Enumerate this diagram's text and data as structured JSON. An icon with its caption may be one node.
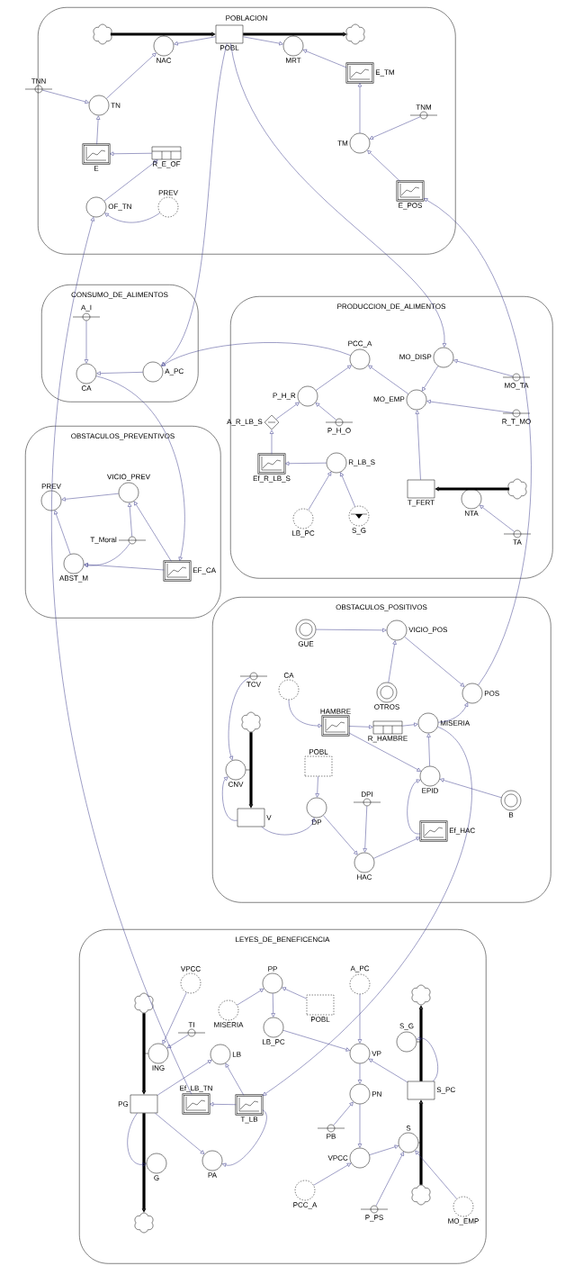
{
  "diagram": {
    "nodes": [
      {
        "text": [
          "POBLACION"
        ]
      },
      {
        "text": [],
        "shape": "cloud",
        "in": 0
      },
      {
        "text": [
          "NAC"
        ],
        "in": 0
      },
      {
        "text": [
          "POBL"
        ],
        "in": 0
      },
      {
        "text": [
          "MRT"
        ],
        "in": 0
      },
      {
        "text": [],
        "shape": "cloud",
        "in": 0
      },
      {
        "text": [
          "E_TM"
        ],
        "in": 0
      },
      {
        "text": [
          "TNN"
        ],
        "in": 0
      },
      {
        "text": [
          "TN"
        ],
        "in": 0
      },
      {
        "text": [
          "TNM"
        ],
        "in": 0
      },
      {
        "text": [
          "TM"
        ],
        "in": 0
      },
      {
        "text": [
          "E"
        ],
        "in": 0
      },
      {
        "text": [
          "R_E_OF"
        ],
        "in": 0
      },
      {
        "text": [
          "PREV"
        ],
        "in": 0
      },
      {
        "text": [
          "OF_TN"
        ],
        "in": 0
      },
      {
        "text": [
          "E_POS"
        ],
        "in": 0
      },
      {
        "text": [
          "CONSUMO_DE_ALIMENTOS"
        ]
      },
      {
        "text": [
          "A_I"
        ],
        "in": 16
      },
      {
        "text": [
          "CA"
        ],
        "in": 16
      },
      {
        "text": [
          "A_PC"
        ],
        "in": 16
      },
      {
        "text": [
          "PRODUCCION_DE_ALIMENTOS"
        ]
      },
      {
        "text": [
          "PCC_A"
        ],
        "in": 20
      },
      {
        "text": [
          "MO_DISP"
        ],
        "in": 20
      },
      {
        "text": [
          "MO_TA"
        ],
        "in": 20
      },
      {
        "text": [
          "MO_EMP"
        ],
        "in": 20
      },
      {
        "text": [
          "R_T_MO"
        ],
        "in": 20
      },
      {
        "text": [
          "P_H_R"
        ],
        "in": 20
      },
      {
        "text": [
          "P_H_O"
        ],
        "in": 20
      },
      {
        "text": [
          "A_R_LB_S"
        ],
        "in": 20
      },
      {
        "text": [
          "Ef_R_LB_S"
        ],
        "in": 20
      },
      {
        "text": [
          "R_LB_S"
        ],
        "in": 20
      },
      {
        "text": [
          "LB_PC"
        ],
        "in": 20
      },
      {
        "text": [
          "S_G"
        ],
        "in": 20
      },
      {
        "text": [
          "T_FERT"
        ],
        "in": 20
      },
      {
        "text": [
          "NTA"
        ],
        "in": 20
      },
      {
        "text": [],
        "shape": "cloud",
        "in": 20
      },
      {
        "text": [
          "TA"
        ],
        "in": 20
      },
      {
        "text": [
          "OBSTACULOS_PREVENTIVOS"
        ]
      },
      {
        "text": [
          "PREV"
        ],
        "in": 37
      },
      {
        "text": [
          "VICIO_PREV"
        ],
        "in": 37
      },
      {
        "text": [
          "T_Moral"
        ],
        "in": 37
      },
      {
        "text": [
          "ABST_M"
        ],
        "in": 37
      },
      {
        "text": [
          "EF_CA"
        ],
        "in": 37
      },
      {
        "text": [
          "OBSTACULOS_POSITIVOS"
        ]
      },
      {
        "text": [
          "GUE"
        ],
        "in": 43
      },
      {
        "text": [
          "VICIO_POS"
        ],
        "in": 43
      },
      {
        "text": [
          "TCV"
        ],
        "in": 43
      },
      {
        "text": [
          "CA"
        ],
        "in": 43
      },
      {
        "text": [
          "OTROS"
        ],
        "in": 43
      },
      {
        "text": [
          "POS"
        ],
        "in": 43
      },
      {
        "text": [],
        "shape": "cloud",
        "in": 43
      },
      {
        "text": [
          "HAMBRE"
        ],
        "in": 43
      },
      {
        "text": [
          "R_HAMBRE"
        ],
        "in": 43
      },
      {
        "text": [
          "MISERIA"
        ],
        "in": 43
      },
      {
        "text": [
          "CNV"
        ],
        "in": 43
      },
      {
        "text": [
          "POBL"
        ],
        "in": 43
      },
      {
        "text": [
          "EPID"
        ],
        "in": 43
      },
      {
        "text": [
          "DPI"
        ],
        "in": 43
      },
      {
        "text": [
          "B"
        ],
        "in": 43
      },
      {
        "text": [
          "V"
        ],
        "in": 43
      },
      {
        "text": [
          "DP"
        ],
        "in": 43
      },
      {
        "text": [
          "Ef_HAC"
        ],
        "in": 43
      },
      {
        "text": [
          "HAC"
        ],
        "in": 43
      },
      {
        "text": [
          "LEYES_DE_BENEFICENCIA"
        ]
      },
      {
        "text": [
          "VPCC"
        ],
        "in": 63
      },
      {
        "text": [
          "PP"
        ],
        "in": 63
      },
      {
        "text": [
          "A_PC"
        ],
        "in": 63
      },
      {
        "text": [],
        "shape": "cloud",
        "in": 63
      },
      {
        "text": [
          "MISERIA"
        ],
        "in": 63
      },
      {
        "text": [
          "POBL"
        ],
        "in": 63
      },
      {
        "text": [],
        "shape": "cloud",
        "in": 63
      },
      {
        "text": [
          "TI"
        ],
        "in": 63
      },
      {
        "text": [
          "LB_PC"
        ],
        "in": 63
      },
      {
        "text": [
          "S_G"
        ],
        "in": 63
      },
      {
        "text": [
          "ING"
        ],
        "in": 63
      },
      {
        "text": [
          "LB"
        ],
        "in": 63
      },
      {
        "text": [
          "VP"
        ],
        "in": 63
      },
      {
        "text": [
          "S_PC"
        ],
        "in": 63
      },
      {
        "text": [
          "PG"
        ],
        "in": 63
      },
      {
        "text": [
          "Ef_LB_TN"
        ],
        "in": 63
      },
      {
        "text": [
          "T_LB"
        ],
        "in": 63
      },
      {
        "text": [
          "PN"
        ],
        "in": 63
      },
      {
        "text": [
          "PB"
        ],
        "in": 63
      },
      {
        "text": [
          "S"
        ],
        "in": 63
      },
      {
        "text": [
          "G"
        ],
        "in": 63
      },
      {
        "text": [
          "PA"
        ],
        "in": 63
      },
      {
        "text": [
          "VPCC"
        ],
        "in": 63
      },
      {
        "text": [],
        "shape": "cloud",
        "in": 63
      },
      {
        "text": [
          "PCC_A"
        ],
        "in": 63
      },
      {
        "text": [],
        "shape": "cloud",
        "in": 63
      },
      {
        "text": [
          "P_PS"
        ],
        "in": 63
      },
      {
        "text": [
          "MO_EMP"
        ],
        "in": 63
      }
    ],
    "edges": [
      {
        "from": 1,
        "to": 3,
        "arrow": "to",
        "style": "thick",
        "color": "#000000"
      },
      {
        "from": 3,
        "to": 5,
        "arrow": "to",
        "style": "thick",
        "color": "#000000"
      },
      {
        "from": 7,
        "to": 8,
        "arrow": "to"
      },
      {
        "from": 8,
        "to": 2,
        "arrow": "to"
      },
      {
        "from": 3,
        "to": 2,
        "arrow": "to"
      },
      {
        "from": 3,
        "to": 4,
        "arrow": "to"
      },
      {
        "from": 6,
        "to": 4,
        "arrow": "to"
      },
      {
        "from": 10,
        "to": 6,
        "arrow": "to"
      },
      {
        "from": 9,
        "to": 10,
        "arrow": "to"
      },
      {
        "from": 15,
        "to": 10,
        "arrow": "to"
      },
      {
        "from": 11,
        "to": 8,
        "arrow": "to"
      },
      {
        "from": 12,
        "to": 11,
        "arrow": "to"
      },
      {
        "from": 14,
        "to": 12,
        "arrow": "to"
      },
      {
        "from": 13,
        "to": 14,
        "arrow": "to"
      },
      {
        "from": 49,
        "to": 15,
        "arrow": "to"
      },
      {
        "from": 3,
        "to": 19,
        "arrow": "to"
      },
      {
        "from": 3,
        "to": 22,
        "arrow": "to"
      },
      {
        "from": 79,
        "to": 14,
        "arrow": "to"
      },
      {
        "from": 17,
        "to": 18,
        "arrow": "to"
      },
      {
        "from": 19,
        "to": 18,
        "arrow": "to"
      },
      {
        "from": 21,
        "to": 19,
        "arrow": "to"
      },
      {
        "from": 18,
        "to": 42,
        "arrow": "to"
      },
      {
        "from": 26,
        "to": 21,
        "arrow": "to"
      },
      {
        "from": 24,
        "to": 21,
        "arrow": "to"
      },
      {
        "from": 22,
        "to": 24,
        "arrow": "to"
      },
      {
        "from": 23,
        "to": 22,
        "arrow": "to"
      },
      {
        "from": 25,
        "to": 24,
        "arrow": "to"
      },
      {
        "from": 33,
        "to": 24,
        "arrow": "to"
      },
      {
        "from": 35,
        "to": 33,
        "arrow": "to",
        "style": "thick",
        "color": "#000000"
      },
      {
        "from": 36,
        "to": 34,
        "arrow": "to"
      },
      {
        "from": 28,
        "to": 26,
        "arrow": "to"
      },
      {
        "from": 27,
        "to": 26,
        "arrow": "to"
      },
      {
        "from": 29,
        "to": 28,
        "arrow": "to"
      },
      {
        "from": 30,
        "to": 29,
        "arrow": "to"
      },
      {
        "from": 31,
        "to": 30,
        "arrow": "to"
      },
      {
        "from": 32,
        "to": 30,
        "arrow": "to"
      },
      {
        "from": 39,
        "to": 38,
        "arrow": "to"
      },
      {
        "from": 41,
        "to": 38,
        "arrow": "to"
      },
      {
        "from": 40,
        "to": 39,
        "arrow": "to"
      },
      {
        "from": 40,
        "to": 41,
        "arrow": "to"
      },
      {
        "from": 42,
        "to": 39,
        "arrow": "to"
      },
      {
        "from": 42,
        "to": 41,
        "arrow": "to"
      },
      {
        "from": 44,
        "to": 45,
        "arrow": "to"
      },
      {
        "from": 48,
        "to": 45,
        "arrow": "to"
      },
      {
        "from": 45,
        "to": 49,
        "arrow": "to"
      },
      {
        "from": 53,
        "to": 49,
        "arrow": "to"
      },
      {
        "from": 47,
        "to": 51,
        "arrow": "to"
      },
      {
        "from": 51,
        "to": 52,
        "arrow": "to"
      },
      {
        "from": 52,
        "to": 53,
        "arrow": "to"
      },
      {
        "from": 51,
        "to": 56,
        "arrow": "to"
      },
      {
        "from": 56,
        "to": 53,
        "arrow": "to"
      },
      {
        "from": 58,
        "to": 56,
        "arrow": "to"
      },
      {
        "from": 61,
        "to": 56,
        "arrow": "to"
      },
      {
        "from": 62,
        "to": 61,
        "arrow": "to"
      },
      {
        "from": 57,
        "to": 62,
        "arrow": "to"
      },
      {
        "from": 60,
        "to": 62,
        "arrow": "to"
      },
      {
        "from": 55,
        "to": 60,
        "arrow": "to"
      },
      {
        "from": 59,
        "to": 60,
        "arrow": "to"
      },
      {
        "from": 59,
        "to": 54,
        "arrow": "to"
      },
      {
        "from": 46,
        "to": 54,
        "arrow": "to"
      },
      {
        "from": 50,
        "to": 59,
        "arrow": "to",
        "style": "thick",
        "color": "#000000"
      },
      {
        "from": 53,
        "to": 80,
        "arrow": "to"
      },
      {
        "from": 67,
        "to": 78,
        "arrow": "to",
        "style": "thick",
        "color": "#000000"
      },
      {
        "from": 78,
        "to": 87,
        "arrow": "to",
        "style": "thick",
        "color": "#000000"
      },
      {
        "from": 89,
        "to": 77,
        "arrow": "to",
        "style": "thick",
        "color": "#000000"
      },
      {
        "from": 77,
        "to": 70,
        "arrow": "to",
        "style": "thick",
        "color": "#000000"
      },
      {
        "from": 64,
        "to": 74,
        "arrow": "to"
      },
      {
        "from": 71,
        "to": 74,
        "arrow": "to"
      },
      {
        "from": 68,
        "to": 65,
        "arrow": "to"
      },
      {
        "from": 69,
        "to": 65,
        "arrow": "to"
      },
      {
        "from": 65,
        "to": 72,
        "arrow": "to"
      },
      {
        "from": 72,
        "to": 76,
        "arrow": "to"
      },
      {
        "from": 66,
        "to": 76,
        "arrow": "to"
      },
      {
        "from": 77,
        "to": 76,
        "arrow": "to"
      },
      {
        "from": 78,
        "to": 75,
        "arrow": "to"
      },
      {
        "from": 80,
        "to": 75,
        "arrow": "to"
      },
      {
        "from": 80,
        "to": 79,
        "arrow": "to"
      },
      {
        "from": 78,
        "to": 85,
        "arrow": "to"
      },
      {
        "from": 80,
        "to": 85,
        "arrow": "to"
      },
      {
        "from": 78,
        "to": 84,
        "arrow": "to"
      },
      {
        "from": 76,
        "to": 81,
        "arrow": "to"
      },
      {
        "from": 82,
        "to": 81,
        "arrow": "to"
      },
      {
        "from": 81,
        "to": 86,
        "arrow": "to"
      },
      {
        "from": 88,
        "to": 86,
        "arrow": "to"
      },
      {
        "from": 86,
        "to": 83,
        "arrow": "to"
      },
      {
        "from": 90,
        "to": 83,
        "arrow": "to"
      },
      {
        "from": 91,
        "to": 83,
        "arrow": "to"
      },
      {
        "from": 77,
        "to": 73,
        "arrow": "to"
      }
    ]
  }
}
